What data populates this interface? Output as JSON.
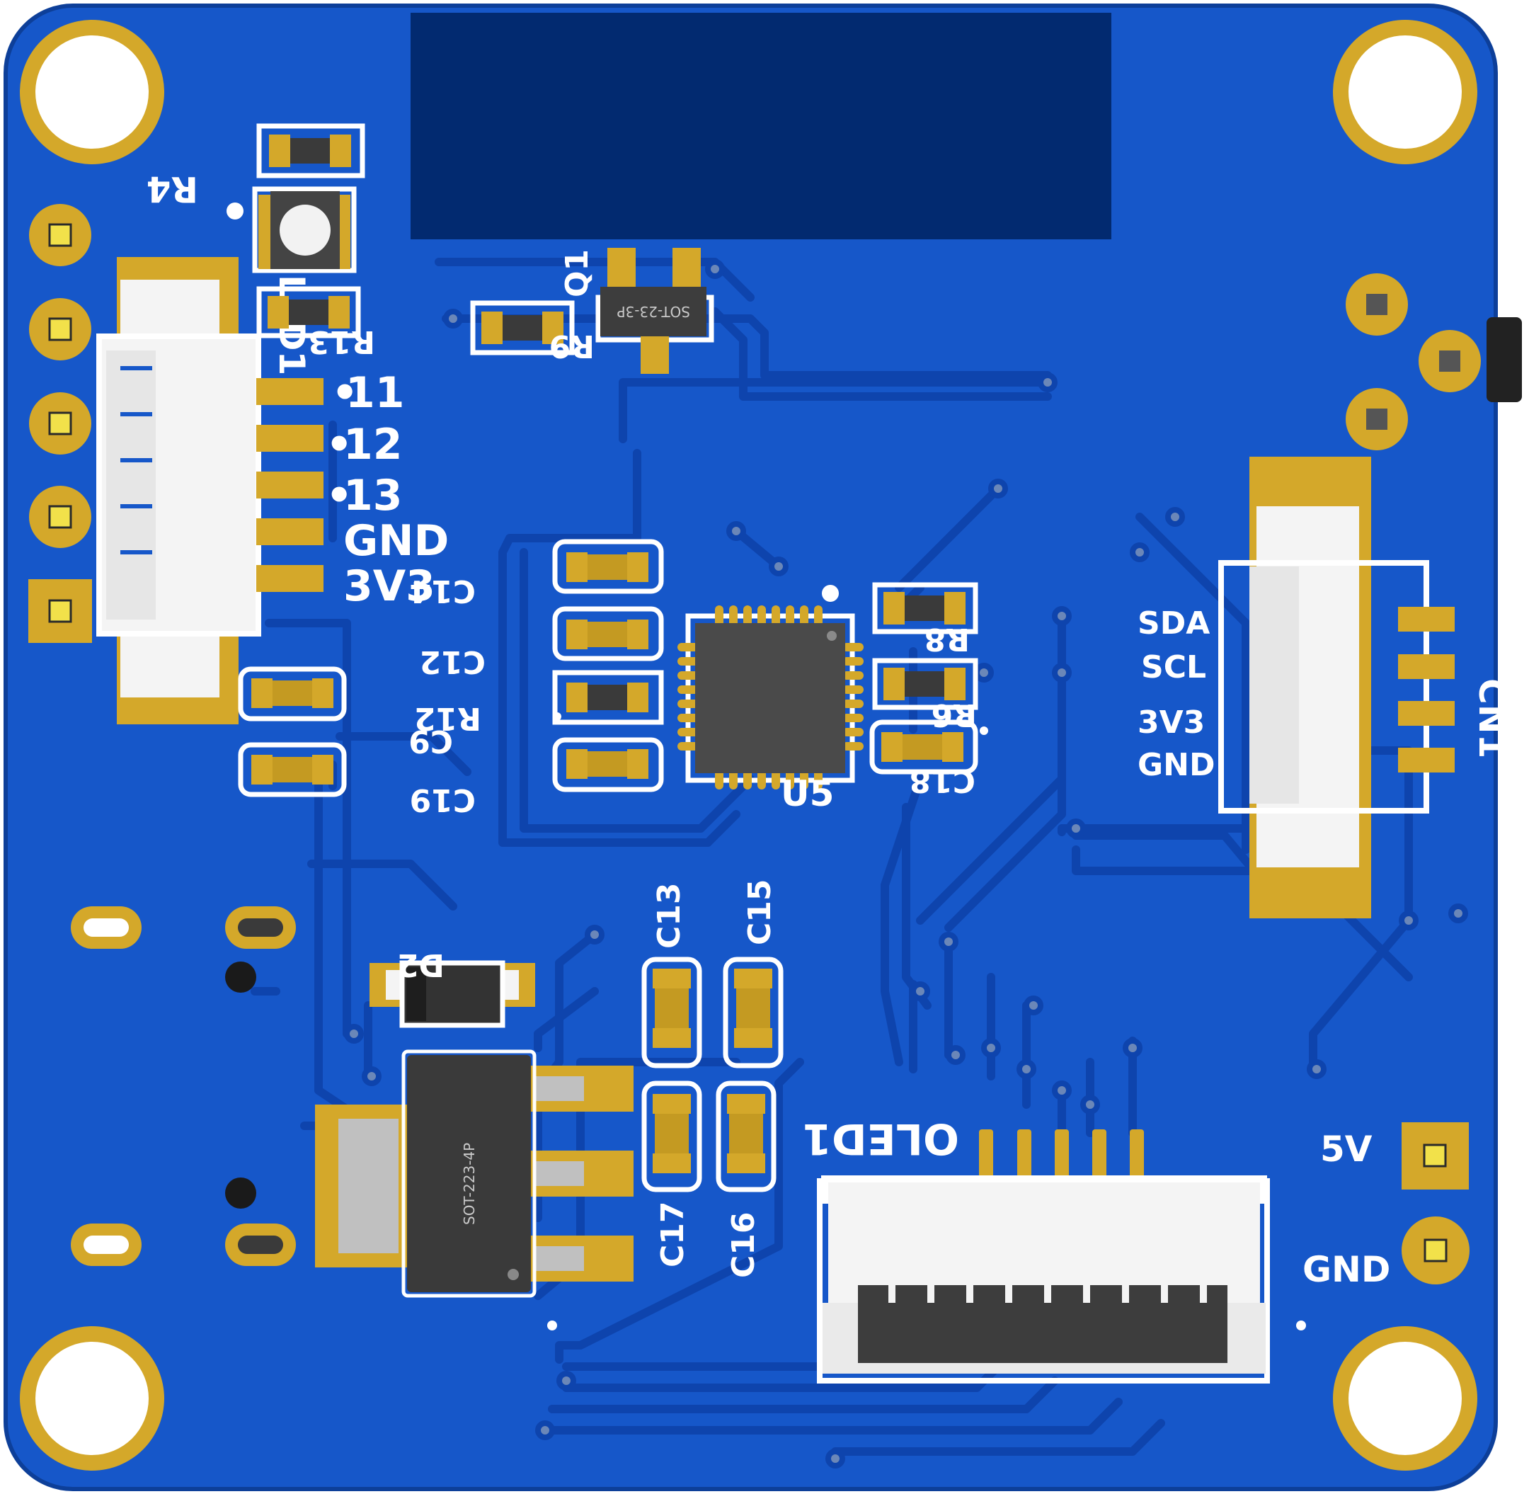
{
  "board": {
    "colors": {
      "background": "#ffffff",
      "soldermask": "#1657c9",
      "copper_trace": "#0e44ad",
      "trace_outline": "#0b3a94",
      "keepout": "#022a70",
      "pad_gold": "#d4a82a",
      "pad_gold_light": "#e6be4a",
      "silkscreen": "#ffffff",
      "ic_body": "#4a4a4a",
      "connector_white": "#f4f4f4"
    },
    "header_pins": {
      "row_labels": [
        "11",
        "12",
        "13",
        "GND",
        "3V3"
      ],
      "dots": [
        "•",
        "•",
        "•"
      ]
    },
    "i2c_connector": {
      "label": "CN1",
      "row_labels": [
        "SDA",
        "SCL",
        "3V3",
        "GND"
      ]
    },
    "power_pads": {
      "labels": [
        "5V",
        "GND"
      ]
    },
    "refs": {
      "R4": "R4",
      "LED1": "LED1",
      "R13": "R13",
      "Q1": "Q1",
      "R9": "R9",
      "C14": "C14",
      "C12": "C12",
      "R12": "R12",
      "C9": "C9",
      "C19": "C19",
      "U5": "U5",
      "R8": "R8",
      "R6": "R6",
      "C18": "C18",
      "D2": "D2",
      "C13": "C13",
      "C15": "C15",
      "C17": "C17",
      "C16": "C16",
      "OLED1": "OLED1"
    },
    "packages": {
      "sot23": "SOT-23-3P",
      "sot223": "SOT-223-4P"
    }
  }
}
